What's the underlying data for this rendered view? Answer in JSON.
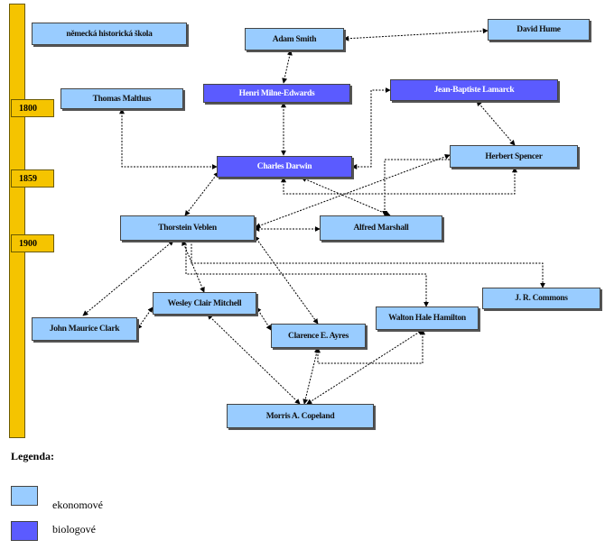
{
  "timeline": {
    "years": [
      "1800",
      "1859",
      "1900"
    ]
  },
  "nodes": {
    "nemecka": "německá historická škola",
    "smith": "Adam Smith",
    "hume": "David Hume",
    "malthus": "Thomas Malthus",
    "milne": "Henri Milne-Edwards",
    "lamarck": "Jean-Baptiste Lamarck",
    "darwin": "Charles Darwin",
    "spencer": "Herbert Spencer",
    "veblen": "Thorstein Veblen",
    "marshall": "Alfred Marshall",
    "commons": "J. R. Commons",
    "mitchell": "Wesley Clair Mitchell",
    "hamilton": "Walton Hale Hamilton",
    "clark": "John Maurice Clark",
    "ayres": "Clarence E. Ayres",
    "copeland": "Morris A. Copeland"
  },
  "legend": {
    "title": "Legenda:",
    "economists": "ekonomové",
    "biologists": "biologové"
  },
  "colors": {
    "economist_fill": "#99ccff",
    "biologist_fill": "#5b5bff",
    "timeline": "#f5c400"
  }
}
